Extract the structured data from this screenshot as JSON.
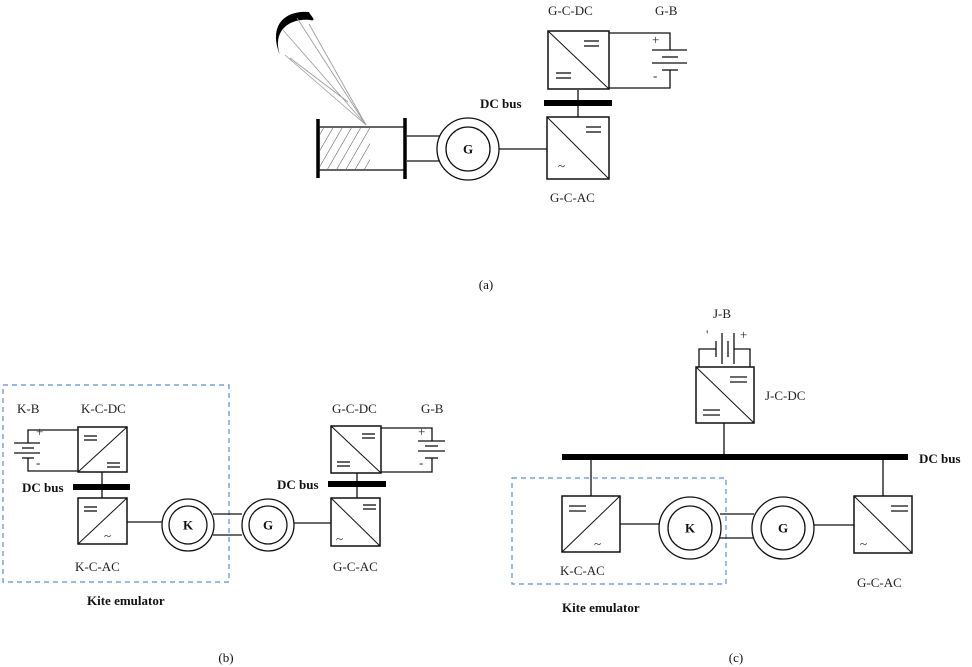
{
  "panels": {
    "a": {
      "caption": "(a)",
      "labels": {
        "gen_converter_dc": "G-C-DC",
        "gen_battery": "G-B",
        "dc_bus": "DC bus",
        "gen_converter_ac": "G-C-AC",
        "generator": "G"
      }
    },
    "b": {
      "caption": "(b)",
      "emulator_label": "Kite emulator",
      "labels": {
        "kite_battery": "K-B",
        "kite_converter_dc": "K-C-DC",
        "kite_dc_bus": "DC bus",
        "kite_converter_ac": "K-C-AC",
        "kite_machine": "K",
        "generator": "G",
        "gen_converter_dc": "G-C-DC",
        "gen_battery": "G-B",
        "gen_dc_bus": "DC bus",
        "gen_converter_ac": "G-C-AC"
      }
    },
    "c": {
      "caption": "(c)",
      "emulator_label": "Kite emulator",
      "labels": {
        "joint_battery": "J-B",
        "joint_converter_dc": "J-C-DC",
        "dc_bus": "DC bus",
        "kite_converter_ac": "K-C-AC",
        "kite_machine": "K",
        "generator": "G",
        "gen_converter_ac": "G-C-AC"
      }
    }
  },
  "symbols": {
    "dc": "=",
    "ac": "~",
    "plus": "+",
    "minus": "-"
  },
  "colors": {
    "emulator_border": "#5b8fd6",
    "line": "#111111"
  }
}
